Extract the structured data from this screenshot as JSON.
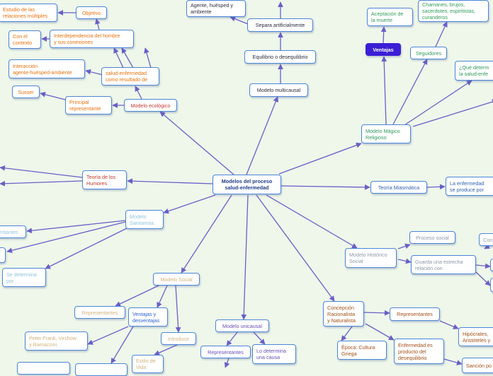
{
  "nodes": {
    "root": "Modelos del proceso\nsalud-enfermedad",
    "multicausal": "Modelo multicausal",
    "equilibrio": "Equilibrio o desequilibrio",
    "separa": "Separa artificialmente",
    "agente": "Agente, huésped y\nambiente",
    "magico": "Modelo Mágico\nReligioso",
    "ventajas_mr": "Ventajas",
    "aceptacion": "Aceptación de\nla muerte",
    "seguidores": "Seguidores",
    "chamanes": "Chamanes, brujos,\nsacerdotes, espiritistas,\ncuranderos",
    "que_determina": "¿Qué determ\nla salud-enfe",
    "teoria_miasmatica": "Teoría Miasmática",
    "enfermedad_produce": "La enfermedad\nse produce por",
    "humores": "Teoría de los\nHumores",
    "ecologico": "Modelo ecológico",
    "principal": "Principal\nrepresentante",
    "susser": "Susser",
    "salud_resultado": "salud-enfermedad\ncomo resultado de",
    "interaccion": "Interacción\nagente-huésped-ambiente",
    "con_contexto": "Con el\ncontexto",
    "interdependencia": "Interdependencia del hombre\ny sus conexiones",
    "objetivo": "Objetivo",
    "estudio": "Estudio de las\nrelaciones múltiples",
    "sanitarista": "Modelo\nSanitarista",
    "representantes_san": "entantes",
    "se_determina": "Se determina\npor",
    "social": "Modelo Social",
    "representantes_soc": "Representantes",
    "ventajas_des": "Ventajas y\ndesventajas",
    "introduce": "Introduce",
    "estilo": "Estilo de\nVida",
    "peter": "Peter Frank, Virchow\ny Ramazzini",
    "unicausal": "Modelo unicausal",
    "representantes_uni": "Representantes",
    "lo_determina": "Lo determina\nuna causa",
    "historico": "Modelo Histórico\nSocial",
    "proceso_social": "Proceso social",
    "guarda": "Guarda una estrecha\nrelación con",
    "con_small": "Con",
    "racionalista": "Concepción\nRacionalista\ny Naturalista",
    "representantes_rac": "Representantes",
    "hipocrates": "Hipócrates,\nAristóteles y",
    "epoca": "Época: Cultura\nGriega",
    "producto": "Enfermedad es\nproducto del\ndesequilibrio",
    "sancion": "Sanción po"
  },
  "colors": {
    "background": "#eef7ea",
    "edge": "#6a5fc8",
    "node_border": "#4a86d9",
    "accent_dark": "#3a1fd6"
  }
}
